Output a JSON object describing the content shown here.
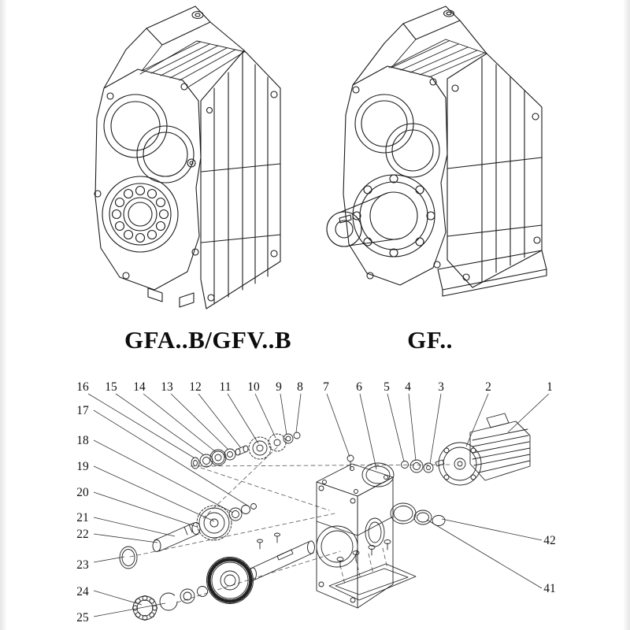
{
  "page": {
    "background": "#ffffff",
    "line_color": "#1a1a1a"
  },
  "models": {
    "left_label": "GFA..B/GFV..B",
    "right_label": "GF.."
  },
  "callouts": {
    "top": [
      "16",
      "15",
      "14",
      "13",
      "12",
      "11",
      "10",
      "9",
      "8",
      "7",
      "6",
      "5",
      "4",
      "3",
      "2",
      "1"
    ],
    "left": [
      "17",
      "18",
      "19",
      "20",
      "21",
      "22",
      "23",
      "24",
      "25"
    ],
    "right": [
      "42",
      "41"
    ]
  }
}
